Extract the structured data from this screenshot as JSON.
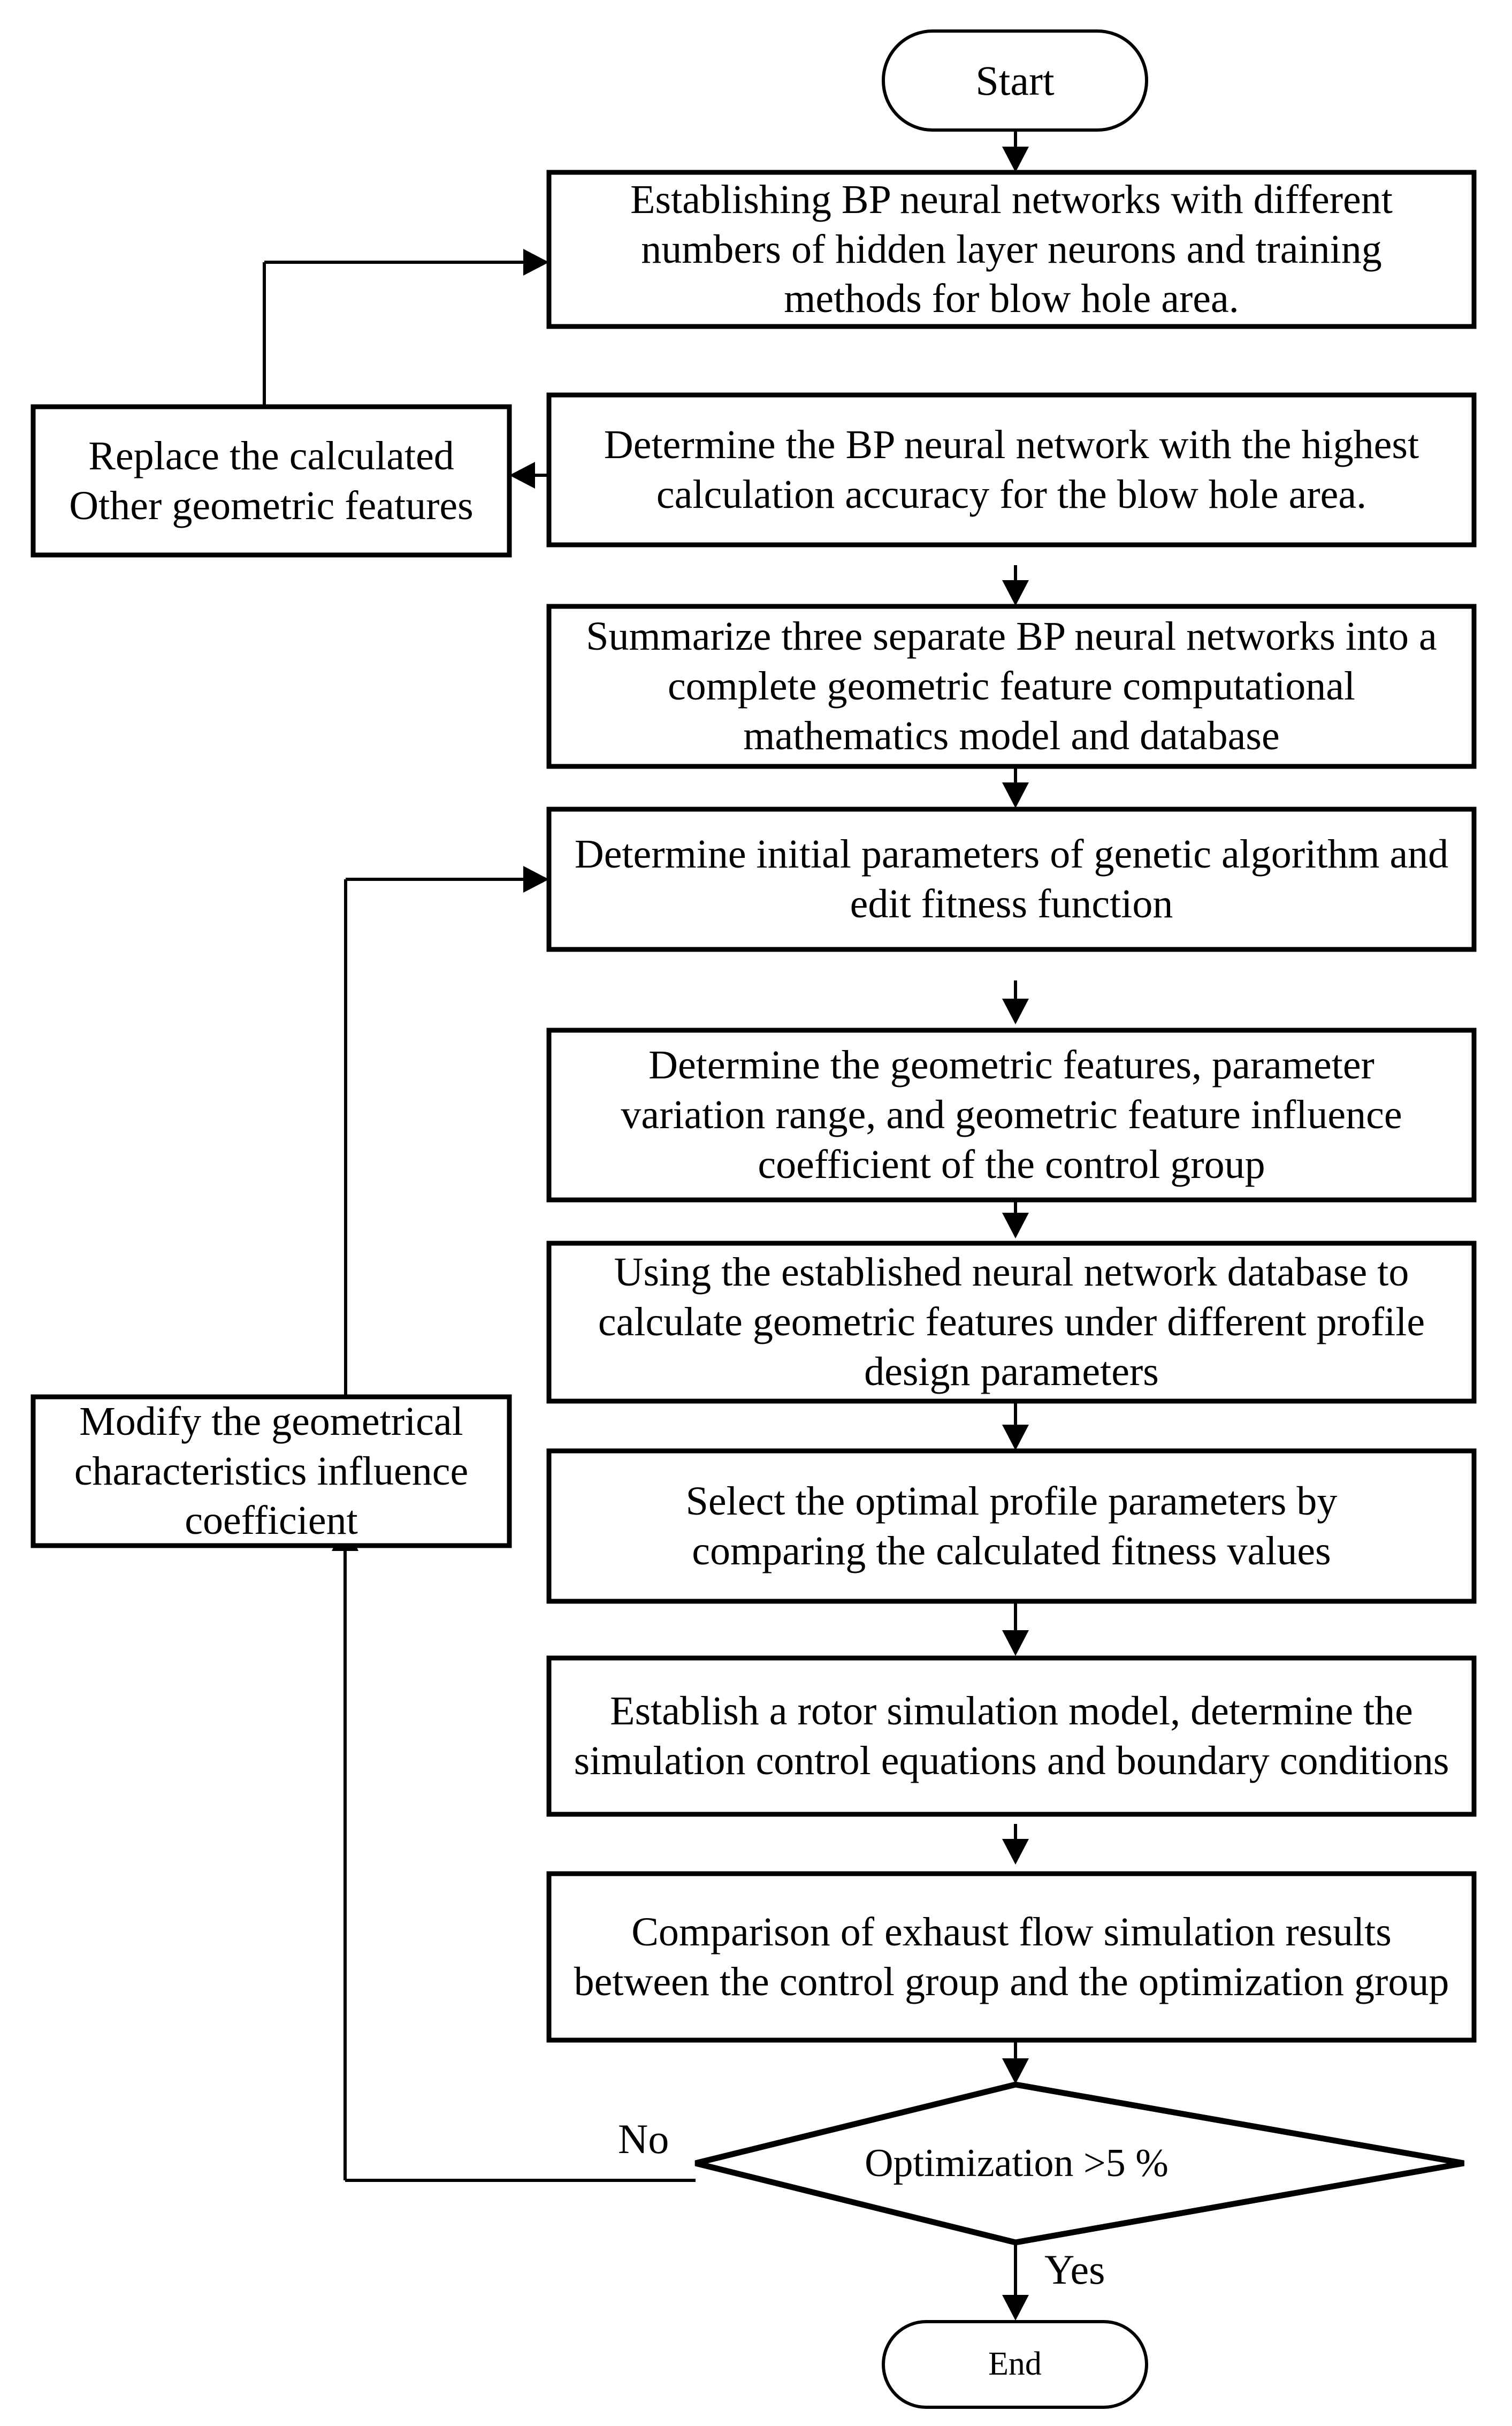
{
  "diagram": {
    "type": "flowchart",
    "title": "BP neural network and genetic algorithm rotor profile optimization flowchart",
    "orientation": "top-to-bottom",
    "colors": {
      "background": "#ffffff",
      "stroke": "#000000",
      "fill": "#ffffff",
      "text": "#000000"
    }
  },
  "nodes": {
    "start": {
      "shape": "stadium",
      "label": "Start"
    },
    "step1": {
      "shape": "rectangle",
      "label": "Establishing BP neural networks with different numbers of hidden layer neurons and training methods for blow hole area."
    },
    "step2": {
      "shape": "rectangle",
      "label": "Determine the BP neural network with the highest calculation accuracy for the blow hole area."
    },
    "step3": {
      "shape": "rectangle",
      "label": "Summarize three separate BP neural networks into a complete geometric feature computational mathematics model and database"
    },
    "step4": {
      "shape": "rectangle",
      "label": "Determine initial parameters of genetic algorithm and edit fitness function"
    },
    "step5": {
      "shape": "rectangle",
      "label": "Determine the geometric features, parameter variation range, and geometric feature influence coefficient of the control group"
    },
    "step6": {
      "shape": "rectangle",
      "label": "Using the established neural network database to calculate geometric features under different profile design parameters"
    },
    "step7": {
      "shape": "rectangle",
      "label": "Select the optimal profile parameters by comparing the calculated fitness values"
    },
    "step8": {
      "shape": "rectangle",
      "label": "Establish a rotor simulation model, determine the simulation control equations and boundary conditions"
    },
    "step9": {
      "shape": "rectangle",
      "label": "Comparison of exhaust flow simulation results between the control group and the optimization group"
    },
    "decision": {
      "shape": "diamond",
      "label": "Optimization >5 %"
    },
    "end": {
      "shape": "stadium",
      "label": "End"
    },
    "replace_loop": {
      "shape": "rectangle",
      "label": "Replace the calculated Other geometric features"
    },
    "modify_loop": {
      "shape": "rectangle",
      "label": "Modify the geometrical characteristics influence coefficient"
    }
  },
  "edge_labels": {
    "no": "No",
    "yes": "Yes"
  },
  "edges": [
    {
      "from": "start",
      "to": "step1",
      "label": ""
    },
    {
      "from": "step1",
      "to": "step2",
      "label": ""
    },
    {
      "from": "step2",
      "to": "replace_loop",
      "label": ""
    },
    {
      "from": "replace_loop",
      "to": "step1",
      "label": ""
    },
    {
      "from": "step2",
      "to": "step3",
      "label": ""
    },
    {
      "from": "step3",
      "to": "step4",
      "label": ""
    },
    {
      "from": "step4",
      "to": "step5",
      "label": ""
    },
    {
      "from": "step5",
      "to": "step6",
      "label": ""
    },
    {
      "from": "step6",
      "to": "step7",
      "label": ""
    },
    {
      "from": "step7",
      "to": "step8",
      "label": ""
    },
    {
      "from": "step8",
      "to": "step9",
      "label": ""
    },
    {
      "from": "step9",
      "to": "decision",
      "label": ""
    },
    {
      "from": "decision",
      "to": "modify_loop",
      "label": "No"
    },
    {
      "from": "modify_loop",
      "to": "step4",
      "label": ""
    },
    {
      "from": "decision",
      "to": "end",
      "label": "Yes"
    }
  ]
}
